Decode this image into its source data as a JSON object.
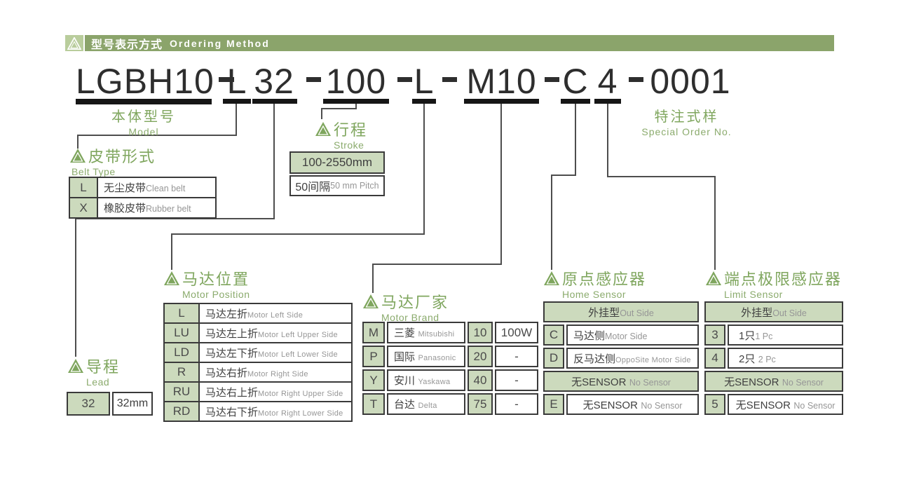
{
  "header": {
    "title_cn": "型号表示方式",
    "title_en": "Ordering Method"
  },
  "code": {
    "dash": "-",
    "base": "LGBH10",
    "belt": "L",
    "lead": "32",
    "stroke": "100",
    "motor_position": "L",
    "motor_brand": "M10",
    "home_sensor": "C",
    "limit_sensor": "4",
    "special": "0001"
  },
  "labels": {
    "model": {
      "cn": "本体型号",
      "en": "Model"
    },
    "special": {
      "cn": "特注式样",
      "en": "Special Order No."
    },
    "belt_type": {
      "cn": "皮带形式",
      "en": "Belt Type"
    },
    "stroke": {
      "cn": "行程",
      "en": "Stroke"
    },
    "lead": {
      "cn": "导程",
      "en": "Lead"
    },
    "motor_position": {
      "cn": "马达位置",
      "en": "Motor Position"
    },
    "motor_brand": {
      "cn": "马达厂家",
      "en": "Motor Brand"
    },
    "home_sensor": {
      "cn": "原点感应器",
      "en": "Home Sensor"
    },
    "limit_sensor": {
      "cn": "端点极限感应器",
      "en": "Limit Sensor"
    }
  },
  "belt_type": {
    "rows": [
      {
        "code": "L",
        "cn": "无尘皮带",
        "en": "Clean belt"
      },
      {
        "code": "X",
        "cn": "橡胶皮带",
        "en": "Rubber belt"
      }
    ]
  },
  "stroke_box": {
    "range": "100-2550mm",
    "pitch_cn": "50间隔",
    "pitch_en": "50 mm Pitch"
  },
  "lead_table": {
    "code": "32",
    "value": "32mm"
  },
  "motor_position": {
    "rows": [
      {
        "code": "L",
        "cn": "马达左折",
        "en": "Motor Left Side"
      },
      {
        "code": "LU",
        "cn": "马达左上折",
        "en": "Motor Left Upper Side"
      },
      {
        "code": "LD",
        "cn": "马达左下折",
        "en": "Motor Left Lower Side"
      },
      {
        "code": "R",
        "cn": "马达右折",
        "en": "Motor Right Side"
      },
      {
        "code": "RU",
        "cn": "马达右上折",
        "en": "Motor Right Upper Side"
      },
      {
        "code": "RD",
        "cn": "马达右下折",
        "en": "Motor Right Lower Side"
      }
    ]
  },
  "motor_brand": {
    "rows": [
      {
        "code": "M",
        "brand_cn": "三菱",
        "brand_en": "Mitsubishi",
        "power_code": "10",
        "watt": "100W"
      },
      {
        "code": "P",
        "brand_cn": "国际",
        "brand_en": "Panasonic",
        "power_code": "20",
        "watt": "-"
      },
      {
        "code": "Y",
        "brand_cn": "安川",
        "brand_en": "Yaskawa",
        "power_code": "40",
        "watt": "-"
      },
      {
        "code": "T",
        "brand_cn": "台达",
        "brand_en": "Delta",
        "power_code": "75",
        "watt": "-"
      }
    ]
  },
  "home_sensor": {
    "header_cn": "外挂型",
    "header_en": "Out Side",
    "rows": [
      {
        "code": "C",
        "cn": "马达侧",
        "en": "Motor Side"
      },
      {
        "code": "D",
        "cn": "反马达侧",
        "en": "OppoSite Motor Side"
      }
    ],
    "no_sensor_cn": "无SENSOR",
    "no_sensor_en": "No Sensor",
    "last_row": {
      "code": "E",
      "cn": "无SENSOR",
      "en": "No Sensor"
    }
  },
  "limit_sensor": {
    "header_cn": "外挂型",
    "header_en": "Out Side",
    "rows": [
      {
        "code": "3",
        "cn": "1只",
        "en": "1 Pc"
      },
      {
        "code": "4",
        "cn": "2只",
        "en": "2 Pc"
      }
    ],
    "no_sensor_cn": "无SENSOR",
    "no_sensor_en": "No Sensor",
    "last_row": {
      "code": "5",
      "cn": "无SENSOR",
      "en": "No Sensor"
    }
  },
  "colors": {
    "bar_green": "#8ba46b",
    "logo_green": "#b9cd9c",
    "label_green": "#7fa65e",
    "cell_green": "#ccdabd",
    "border_dark": "#3a3a3a",
    "text_dark": "#3f3f3f",
    "text_gray": "#969696"
  },
  "icons": {
    "logo": "triangle-logo-icon",
    "section_marker": "triangle-marker-icon"
  }
}
